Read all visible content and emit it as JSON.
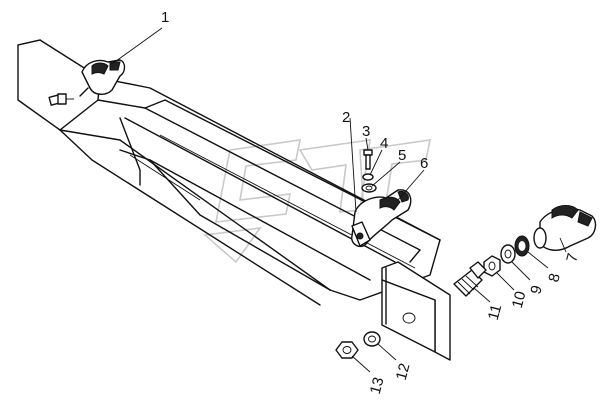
{
  "callouts": [
    {
      "id": "1",
      "label": "1"
    },
    {
      "id": "2",
      "label": "2"
    },
    {
      "id": "3",
      "label": "3"
    },
    {
      "id": "4",
      "label": "4"
    },
    {
      "id": "5",
      "label": "5"
    },
    {
      "id": "6",
      "label": "6"
    },
    {
      "id": "7",
      "label": "7"
    },
    {
      "id": "8",
      "label": "8"
    },
    {
      "id": "9",
      "label": "9"
    },
    {
      "id": "10",
      "label": "10"
    },
    {
      "id": "11",
      "label": "11"
    },
    {
      "id": "12",
      "label": "12"
    },
    {
      "id": "13",
      "label": "13"
    }
  ],
  "colors": {
    "line": "#111111",
    "watermark": "#c9c9c9",
    "background": "#ffffff"
  }
}
